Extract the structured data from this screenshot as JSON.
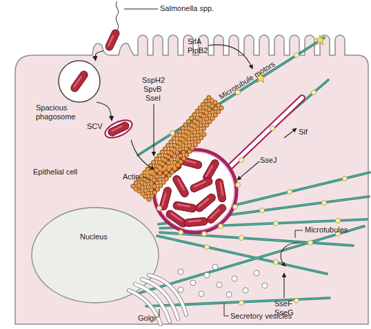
{
  "diagram": {
    "nodes": [
      {
        "text": [
          "Salmonella spp."
        ]
      },
      {
        "text": [
          "Epithelial cell"
        ]
      },
      {
        "text": [
          "Spacious phagosome"
        ],
        "in": 1
      },
      {
        "text": [
          "SCV"
        ],
        "in": 1
      },
      {
        "text": [
          "Nucleus"
        ],
        "in": 1
      }
    ],
    "edges": [
      {
        "from": 0,
        "to": 2,
        "arrow": "to"
      },
      {
        "from": 2,
        "to": 3,
        "arrow": "to"
      }
    ],
    "labels": [
      "SspH2",
      "SpvB",
      "SseI",
      "Actin",
      "SifA",
      "PipB2",
      "Microtubule motors",
      "Sif",
      "SseJ",
      "Microtubules",
      "SseF",
      "SseG",
      "Golgi",
      "Secretory vesicles"
    ]
  }
}
